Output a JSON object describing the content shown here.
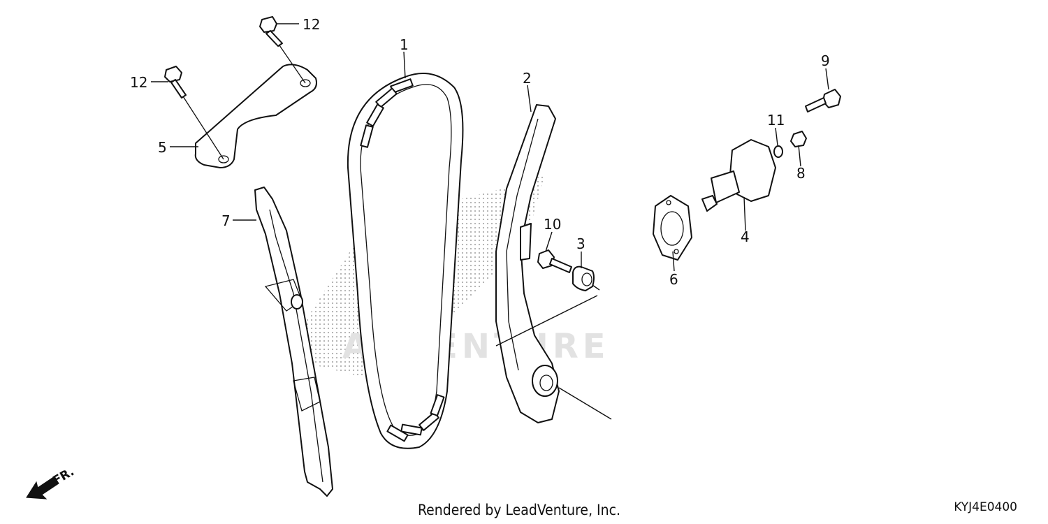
{
  "callouts": {
    "c1": "1",
    "c2": "2",
    "c3": "3",
    "c4": "4",
    "c5": "5",
    "c6": "6",
    "c7": "7",
    "c8": "8",
    "c9": "9",
    "c10": "10",
    "c11": "11",
    "c12a": "12",
    "c12b": "12"
  },
  "direction_label": "FR.",
  "watermark": "ADVENTURE",
  "footer": {
    "credit": "Rendered by LeadVenture, Inc.",
    "code": "KYJ4E0400"
  }
}
